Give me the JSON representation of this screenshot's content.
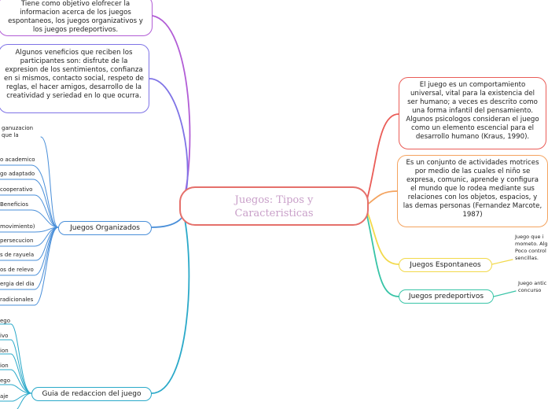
{
  "central": {
    "line1": "Juegos: Tipos y",
    "line2": "Caracteristicas"
  },
  "left_topics": {
    "objetivo": "Tiene como objetivo elofrecer la informacion acerca de los juegos espontaneos, los juegos organizativos y los juegos predeportivos.",
    "beneficios": "Algunos veneficios que reciben los participantes son: disfrute de la expresion de los sentimientos, confianza en si mismos, contacto social, respeto de reglas, el hacer amigos, desarrollo de la creatividad y seriedad en lo que ocurra.",
    "organizados": "Juegos Organizados",
    "guia": "Guia de redaccion del juego"
  },
  "organizados_children": {
    "intro_line1": "ganuzacion",
    "intro_line2": "que la",
    "items": [
      "o academico",
      "go adaptado",
      "cooperativo",
      "Beneficios",
      "movimiento)",
      "persecucion",
      "s de rayuela",
      "os de relevo",
      "ergia del dia",
      "radicionales"
    ]
  },
  "guia_children": {
    "items": [
      "ego",
      "ivo",
      "ion",
      "ion",
      "ego",
      "aje"
    ]
  },
  "right_topics": {
    "definicion": "El juego es un comportamiento universal, vital para la existencia del ser humano; a veces es descrito como una forma infantil del pensamiento. Algunos psicologos consideran el juego como un elemento escencial para el desarrollo humano (Kraus, 1990).",
    "actividades": "Es un conjunto de actividades motrices por medio de las cuales el niño se expresa, comunic, aprende y configura el mundo que lo rodea mediante sus relaciones con los objetos, espacios, y las demas personas (Fernandez Marcote, 1987)",
    "espontaneos": "Juegos Espontaneos",
    "predeportivos": "Juegos predeportivos"
  },
  "right_notes": {
    "espontaneos_note": [
      "Juego que i",
      "mometo. Alg",
      "Poco control",
      "sencillas."
    ],
    "predeportivos_note": [
      "Juego antic",
      "concurso"
    ]
  },
  "colors": {
    "central": "#e5706b",
    "objetivo": "#b25dd6",
    "beneficios": "#7f73e6",
    "organizados": "#4a8fd9",
    "guia": "#2aa9c9",
    "definicion": "#ea5c57",
    "actividades": "#f4a35f",
    "espontaneos": "#f2d94a",
    "predeportivos": "#38c4a7",
    "central_text": "#c9a0c9"
  }
}
